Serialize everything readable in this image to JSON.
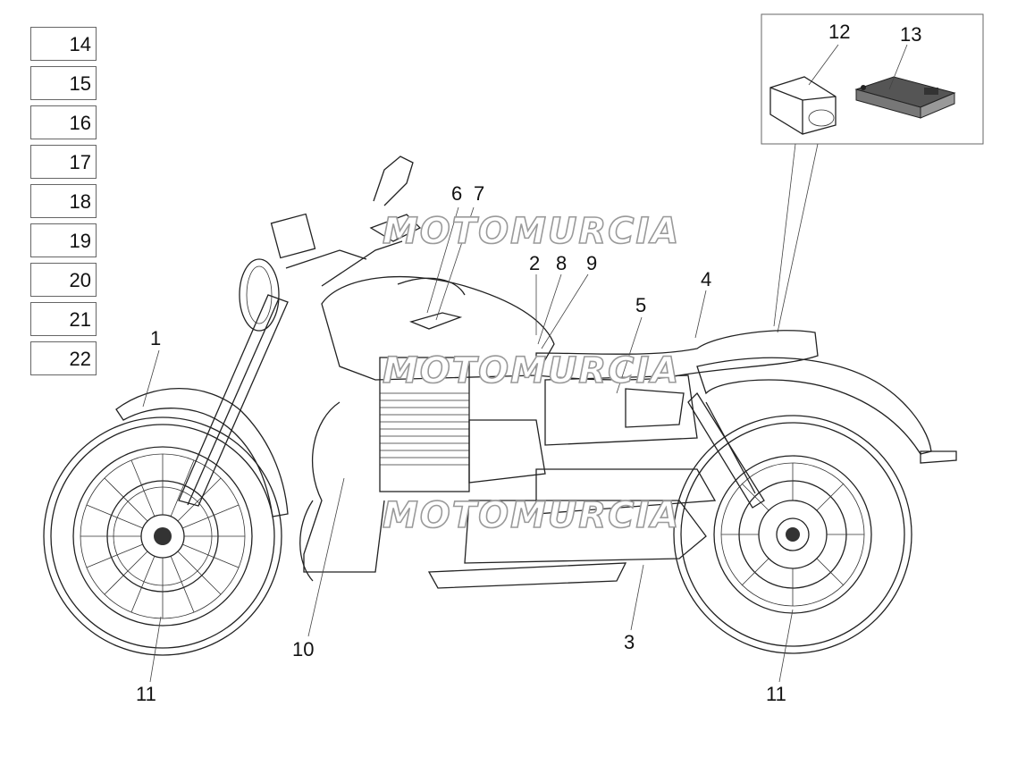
{
  "legend_boxes": [
    "14",
    "15",
    "16",
    "17",
    "18",
    "19",
    "20",
    "21",
    "22"
  ],
  "callouts": {
    "c1": "1",
    "c2": "2",
    "c3": "3",
    "c4": "4",
    "c5": "5",
    "c6": "6",
    "c7": "7",
    "c8": "8",
    "c9": "9",
    "c10": "10",
    "c11a": "11",
    "c11b": "11",
    "c12": "12",
    "c13": "13"
  },
  "watermark": "MOTOMURCIA",
  "colors": {
    "line": "#222222",
    "watermark_outline": "#9a9a9a"
  }
}
